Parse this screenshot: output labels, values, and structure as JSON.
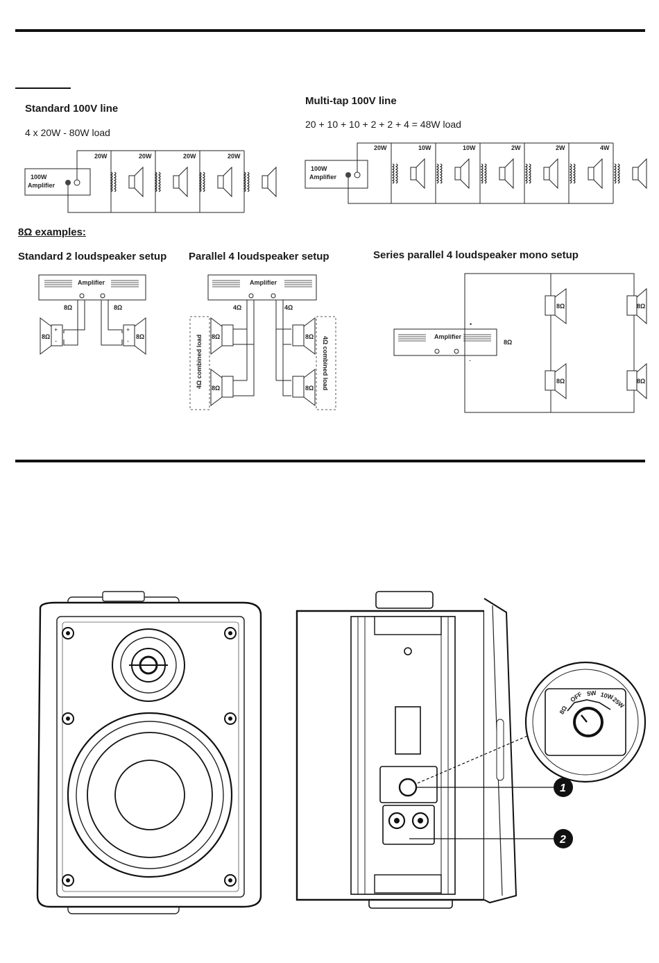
{
  "std100v": {
    "title": "Standard 100V line",
    "subtitle": "4 x 20W - 80W load",
    "amp_label_1": "100W",
    "amp_label_2": "Amplifier",
    "taps": [
      "20W",
      "20W",
      "20W",
      "20W"
    ]
  },
  "multitap": {
    "title": "Multi-tap 100V line",
    "subtitle": "20 + 10 + 10 + 2 + 2 + 4 = 48W load",
    "amp_label_1": "100W",
    "amp_label_2": "Amplifier",
    "taps": [
      "20W",
      "10W",
      "10W",
      "2W",
      "2W",
      "4W"
    ]
  },
  "ohm8": {
    "heading": "8Ω examples:",
    "standard2": {
      "title": "Standard 2 loudspeaker setup",
      "amp": "Amplifier",
      "line_labels": [
        "8Ω",
        "8Ω"
      ],
      "speaker_labels": [
        "8Ω",
        "8Ω"
      ]
    },
    "parallel4": {
      "title": "Parallel 4 loudspeaker setup",
      "amp": "Amplifier",
      "line_labels": [
        "4Ω",
        "4Ω"
      ],
      "speaker_labels": [
        "8Ω",
        "8Ω",
        "8Ω",
        "8Ω"
      ],
      "combined": "4Ω combined load"
    },
    "series4": {
      "title": "Series parallel 4 loudspeaker mono setup",
      "amp": "Amplifier",
      "load": "8Ω",
      "speaker_labels": [
        "8Ω",
        "8Ω",
        "8Ω",
        "8Ω"
      ]
    }
  },
  "product": {
    "tap_selector": [
      "8Ω",
      "OFF",
      "5W",
      "10W",
      "25W"
    ],
    "callouts": [
      "1",
      "2"
    ]
  }
}
